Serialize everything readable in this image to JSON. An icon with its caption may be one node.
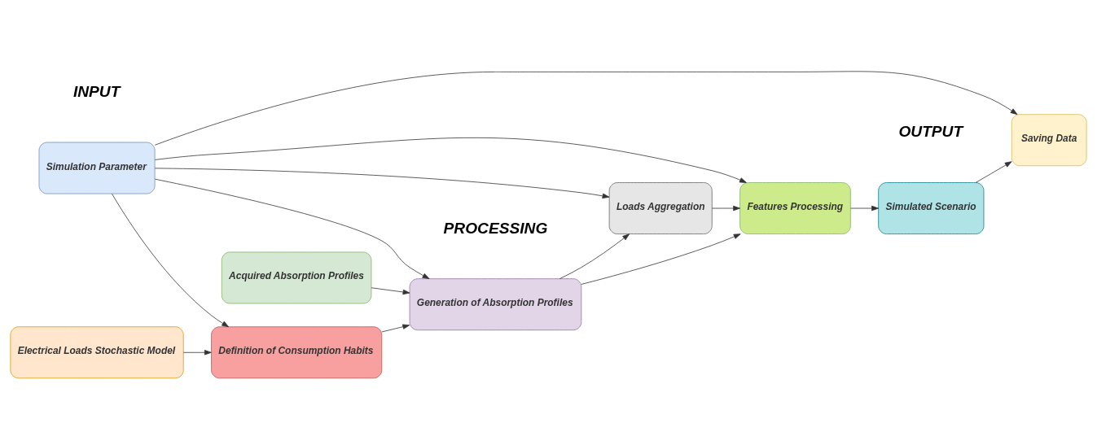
{
  "diagram": {
    "nodes": [
      {
        "text": [
          "Simulation Parameter"
        ]
      },
      {
        "text": [
          "Electrical Loads Stochastic Model"
        ]
      },
      {
        "text": [
          "Definition of Consumption Habits"
        ]
      },
      {
        "text": [
          "Generation of Absorption Profiles"
        ]
      },
      {
        "text": [
          "Loads Aggregation"
        ]
      },
      {
        "text": [
          "Features Processing"
        ]
      },
      {
        "text": [
          "Simulated Scenario"
        ]
      },
      {
        "text": [
          "Saving Data"
        ]
      },
      {
        "text": [
          "Acquired Absorption Profiles"
        ]
      }
    ],
    "edges": [
      {
        "from": 0,
        "to": 7,
        "arrow": "to"
      },
      {
        "from": 0,
        "to": 5,
        "arrow": "to"
      },
      {
        "from": 0,
        "to": 4,
        "arrow": "to"
      },
      {
        "from": 0,
        "to": 3,
        "arrow": "to"
      },
      {
        "from": 0,
        "to": 2,
        "arrow": "to"
      },
      {
        "from": 1,
        "to": 2,
        "arrow": "to"
      },
      {
        "from": 2,
        "to": 3,
        "arrow": "to"
      },
      {
        "from": 3,
        "to": 4,
        "arrow": "to"
      },
      {
        "from": 3,
        "to": 5,
        "arrow": "to"
      },
      {
        "from": 4,
        "to": 5,
        "arrow": "to"
      },
      {
        "from": 5,
        "to": 6,
        "arrow": "to"
      },
      {
        "from": 6,
        "to": 7,
        "arrow": "to"
      },
      {
        "from": 8,
        "to": 3,
        "arrow": "to"
      }
    ],
    "labels": [
      "INPUT",
      "PROCESSING",
      "OUTPUT"
    ]
  }
}
